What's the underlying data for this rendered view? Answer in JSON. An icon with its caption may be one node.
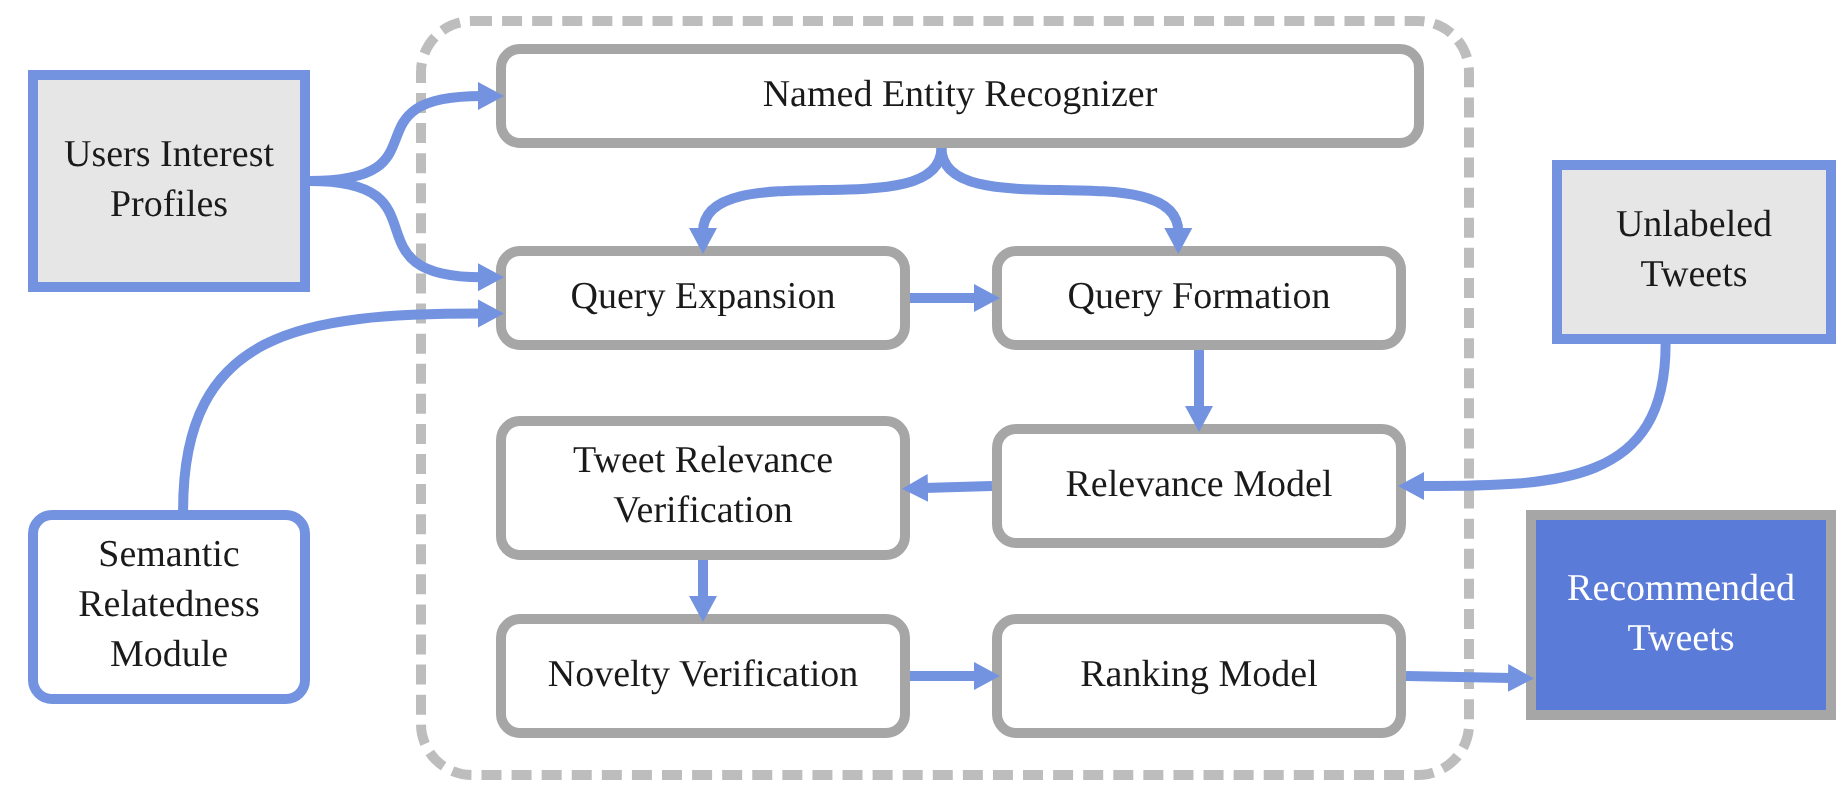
{
  "diagram": {
    "nodes": [
      {
        "text": [],
        "shape": "box"
      },
      {
        "text": [
          "Users Interest Profiles"
        ]
      },
      {
        "text": [
          "Named Entity Recognizer"
        ],
        "in": 0
      },
      {
        "text": [
          "Query Expansion"
        ],
        "in": 0
      },
      {
        "text": [
          "Query Formation"
        ],
        "in": 0
      },
      {
        "text": [
          "Unlabeled Tweets"
        ]
      },
      {
        "text": [
          "Tweet Relevance Verification"
        ],
        "in": 0
      },
      {
        "text": [
          "Relevance Model"
        ],
        "in": 0
      },
      {
        "text": [
          "Semantic Relatedness Module"
        ]
      },
      {
        "text": [
          "Novelty Verification"
        ],
        "in": 0
      },
      {
        "text": [
          "Ranking Model"
        ],
        "in": 0
      },
      {
        "text": [
          "Recommended Tweets"
        ]
      }
    ],
    "edges": [
      {
        "from": 1,
        "to": 2,
        "arrow": "to"
      },
      {
        "from": 1,
        "to": 3,
        "arrow": "to"
      },
      {
        "from": 8,
        "to": 3,
        "arrow": "to"
      },
      {
        "from": 2,
        "to": 3,
        "arrow": "to"
      },
      {
        "from": 2,
        "to": 4,
        "arrow": "to"
      },
      {
        "from": 3,
        "to": 4,
        "arrow": "to"
      },
      {
        "from": 4,
        "to": 7,
        "arrow": "to"
      },
      {
        "from": 5,
        "to": 7,
        "arrow": "to"
      },
      {
        "from": 7,
        "to": 6,
        "arrow": "to"
      },
      {
        "from": 6,
        "to": 9,
        "arrow": "to"
      },
      {
        "from": 9,
        "to": 10,
        "arrow": "to"
      },
      {
        "from": 10,
        "to": 11,
        "arrow": "to"
      }
    ]
  }
}
